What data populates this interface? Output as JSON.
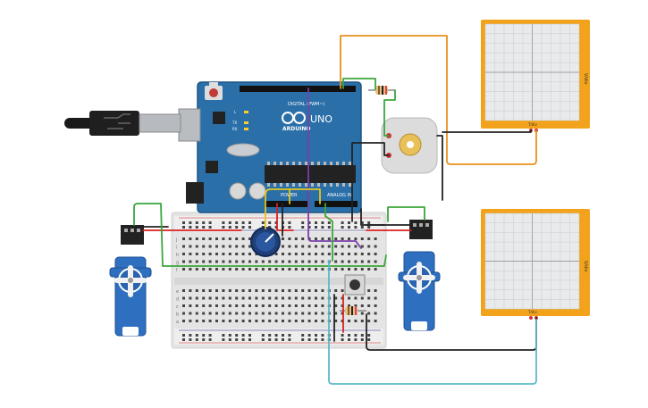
{
  "arduino": {
    "brand": "ARDUINO",
    "model": "UNO",
    "digital_header": "DIGITAL (PWM~)",
    "analog_header": "ANALOG IN",
    "power_header": "POWER",
    "led_l": "L",
    "led_tx": "TX",
    "led_rx": "RX"
  },
  "oscilloscopes": [
    {
      "vlabel": "V/div",
      "tlabel": "T/div"
    },
    {
      "vlabel": "V/div",
      "tlabel": "T/div"
    }
  ],
  "breadboard": {
    "rows_top": [
      "j",
      "i",
      "h",
      "g",
      "f"
    ],
    "rows_bottom": [
      "e",
      "d",
      "c",
      "b",
      "a"
    ]
  },
  "colors": {
    "board": "#2a6fa8",
    "board_dark": "#1d5584",
    "scope_frame": "#f2a31b",
    "scope_screen": "#e9eaec",
    "wire_orange": "#e8901c",
    "wire_green": "#3aa73a",
    "wire_black": "#222222",
    "wire_red": "#d92020",
    "wire_yellow": "#e6c51a",
    "wire_purple": "#7a3fa8",
    "wire_cyan": "#5bb9c9",
    "servo": "#2f6fc0"
  }
}
